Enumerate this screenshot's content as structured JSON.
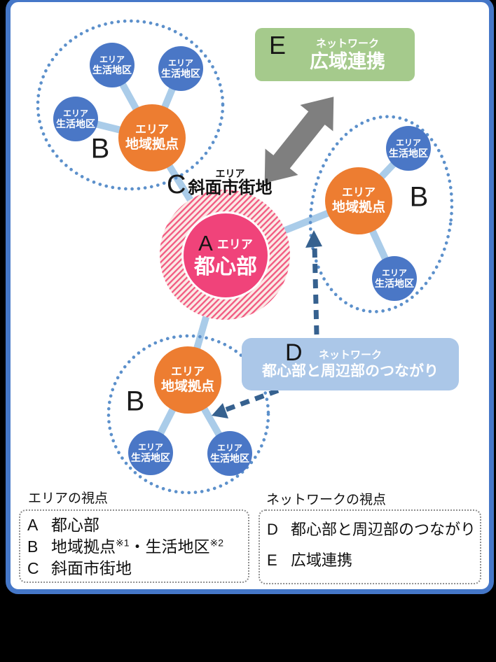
{
  "colors": {
    "panel_border": "#4577C8",
    "hub_orange": "#ED7D31",
    "district_blue": "#4A77C6",
    "core_pink": "#F0437A",
    "hatch_pink": "#F25980",
    "link_blue": "#AACCE9",
    "boundary_dot_blue": "#5C90CB",
    "network_arrow_blue": "#36618F",
    "wide_area_green": "#A5CA8C",
    "network_box_blue": "#ABC7E8",
    "arrow_gray": "#7F7F7F"
  },
  "labels": {
    "cluster_letter": "B"
  },
  "circles": {
    "hub": {
      "line1": "エリア",
      "line2": "地域拠点"
    },
    "sub": {
      "line1": "エリア",
      "line2": "生活地区"
    }
  },
  "core": {
    "letter": "A",
    "tag": "エリア",
    "title": "都心部"
  },
  "slope": {
    "letter": "C",
    "tag": "エリア",
    "title": "斜面市街地"
  },
  "box_e": {
    "letter": "E",
    "tag": "ネットワーク",
    "title": "広域連携"
  },
  "box_d": {
    "letter": "D",
    "tag": "ネットワーク",
    "title": "都心部と周辺部のつながり"
  },
  "legends": {
    "area": {
      "title": "エリアの視点",
      "row_a": {
        "key": "A",
        "text": "都心部"
      },
      "row_b": {
        "key": "B",
        "pre": "地域拠点",
        "sup1": "※1",
        "mid": "・生活地区",
        "sup2": "※2"
      },
      "row_c": {
        "key": "C",
        "text": "斜面市街地"
      }
    },
    "network": {
      "title": "ネットワークの視点",
      "row_d": {
        "key": "D",
        "text": "都心部と周辺部のつながり"
      },
      "row_e": {
        "key": "E",
        "text": "広域連携"
      }
    }
  }
}
